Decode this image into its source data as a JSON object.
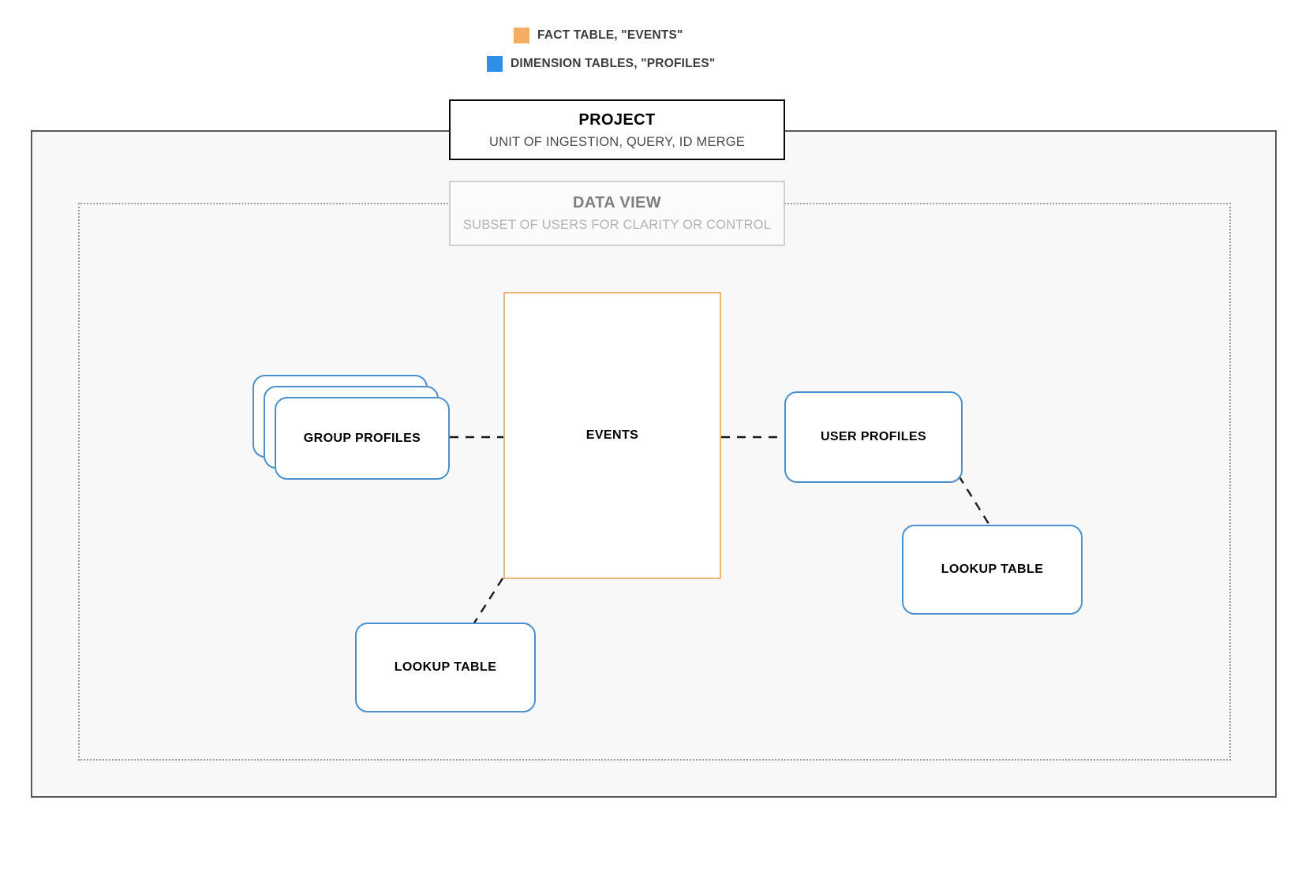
{
  "legend": {
    "items": [
      {
        "label": "FACT TABLE, \"EVENTS\"",
        "color": "#f5ad63",
        "icon": "orange-square-swatch"
      },
      {
        "label": "DIMENSION TABLES, \"PROFILES\"",
        "color": "#2e90e5",
        "icon": "blue-square-swatch"
      }
    ]
  },
  "project": {
    "title": "PROJECT",
    "subtitle": "UNIT OF INGESTION, QUERY, ID MERGE",
    "border_color": "#0a0a0a"
  },
  "data_view": {
    "title": "DATA VIEW",
    "subtitle": "SUBSET OF USERS FOR CLARITY OR CONTROL",
    "border_color": "#cfcfcf"
  },
  "nodes": {
    "events": {
      "label": "EVENTS",
      "kind": "fact-table",
      "color": "#e8b776"
    },
    "group_profiles": {
      "label": "GROUP PROFILES",
      "kind": "dimension-table-stack",
      "color": "#4a90cf",
      "stack_count": 3
    },
    "user_profiles": {
      "label": "USER PROFILES",
      "kind": "dimension-table",
      "color": "#4a90cf"
    },
    "lookup_table_left": {
      "label": "LOOKUP TABLE",
      "kind": "dimension-table",
      "color": "#4a90cf"
    },
    "lookup_table_right": {
      "label": "LOOKUP TABLE",
      "kind": "dimension-table",
      "color": "#4a90cf"
    }
  },
  "connectors": [
    {
      "name": "group-profiles-to-events",
      "style": "dashed",
      "color": "#1a1a1a"
    },
    {
      "name": "events-to-user-profiles",
      "style": "dashed",
      "color": "#1a1a1a"
    },
    {
      "name": "user-profiles-to-lookup-table-right",
      "style": "dashed",
      "color": "#1a1a1a"
    },
    {
      "name": "events-to-lookup-table-left",
      "style": "dashed",
      "color": "#1a1a1a"
    }
  ],
  "frames": {
    "outer": {
      "name": "project-boundary",
      "border_color": "#595959",
      "fill": "#f8f8f8",
      "style": "solid"
    },
    "inner": {
      "name": "data-view-boundary",
      "border_color": "#9a9a9a",
      "style": "dotted"
    }
  }
}
